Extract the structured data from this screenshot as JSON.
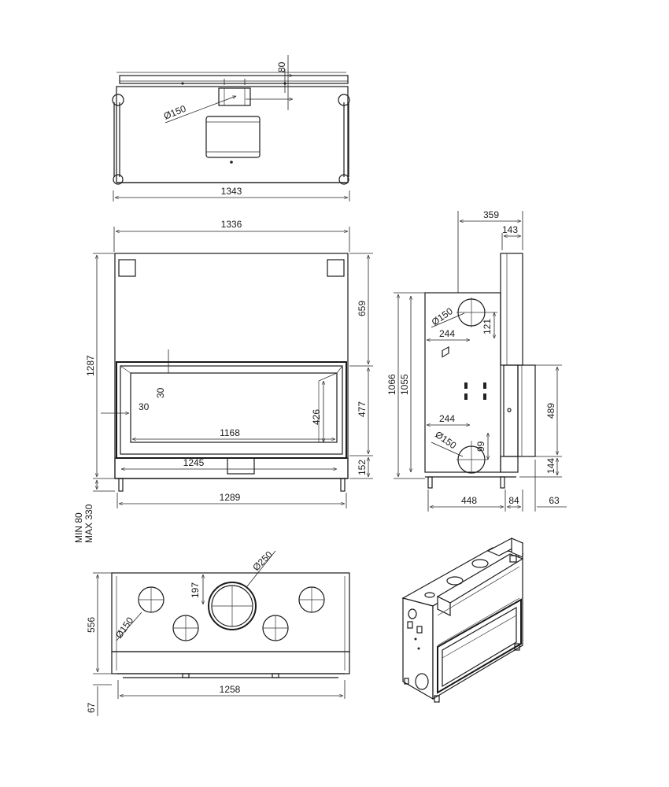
{
  "top_view": {
    "d80": "80",
    "d_phi150": "Ø150",
    "d1343": "1343"
  },
  "front_view": {
    "d1336": "1336",
    "d1287": "1287",
    "d659": "659",
    "d30_v": "30",
    "d30_h": "30",
    "d426": "426",
    "d477": "477",
    "d1168": "1168",
    "d1245": "1245",
    "d152": "152",
    "d1289": "1289",
    "min": "MIN 80",
    "max": "MAX 330"
  },
  "side_view": {
    "d359": "359",
    "d143": "143",
    "d_phi150_top": "Ø150",
    "d121": "121",
    "d244_top": "244",
    "d1066": "1066",
    "d1055": "1055",
    "d489": "489",
    "d244_bot": "244",
    "d_phi150_bot": "Ø150",
    "d99": "99",
    "d144": "144",
    "d448": "448",
    "d84": "84",
    "d63": "63"
  },
  "bottom_view": {
    "d_phi250": "Ø250",
    "d197": "197",
    "d556": "556",
    "d_phi150": "Ø150",
    "d1258": "1258",
    "d67": "67"
  }
}
